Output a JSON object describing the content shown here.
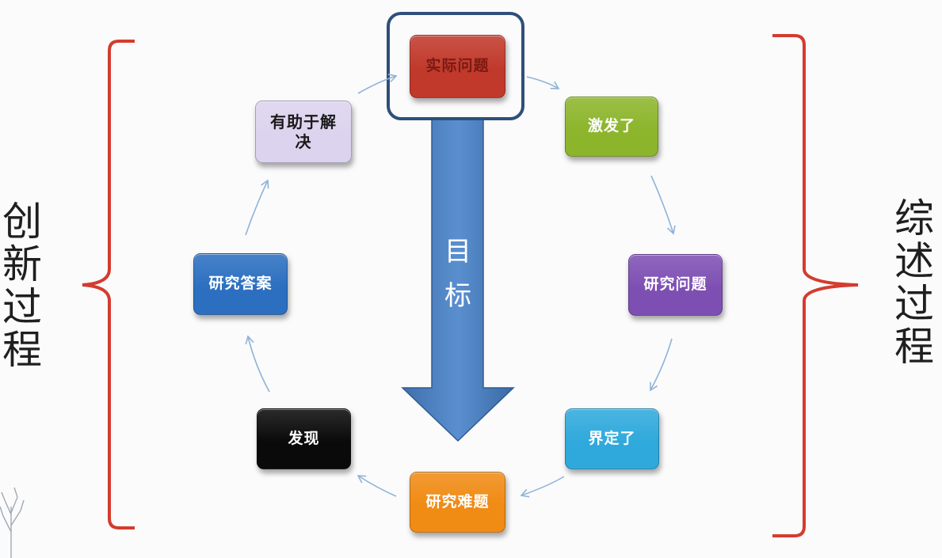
{
  "left_label": "创新过程",
  "right_label": "综述过程",
  "goal_label": "目标",
  "nodes": [
    {
      "id": "actual-problem",
      "label": "实际问题",
      "bg": "#c0392b",
      "fg": "#7a1a12"
    },
    {
      "id": "inspire",
      "label": "激发了",
      "bg": "#8db52c",
      "fg": "#ffffff"
    },
    {
      "id": "research-question",
      "label": "研究问题",
      "bg": "#7e4fb3",
      "fg": "#ffffff"
    },
    {
      "id": "defined",
      "label": "界定了",
      "bg": "#2fa9dc",
      "fg": "#ffffff"
    },
    {
      "id": "research-difficulty",
      "label": "研究难题",
      "bg": "#f08b14",
      "fg": "#ffffff"
    },
    {
      "id": "discovery",
      "label": "发现",
      "bg": "#0a0a0a",
      "fg": "#ffffff"
    },
    {
      "id": "research-answer",
      "label": "研究答案",
      "bg": "#2c6fc0",
      "fg": "#ffffff"
    },
    {
      "id": "helps-solve",
      "label": "有助于解决",
      "bg": "#dcd3ee",
      "fg": "#1a1a1a"
    }
  ],
  "colors": {
    "brace": "#d33c2f",
    "arrow": "#4a7fbe",
    "highlight_border": "#2e4f7a",
    "connector": "#8fb3d9"
  }
}
